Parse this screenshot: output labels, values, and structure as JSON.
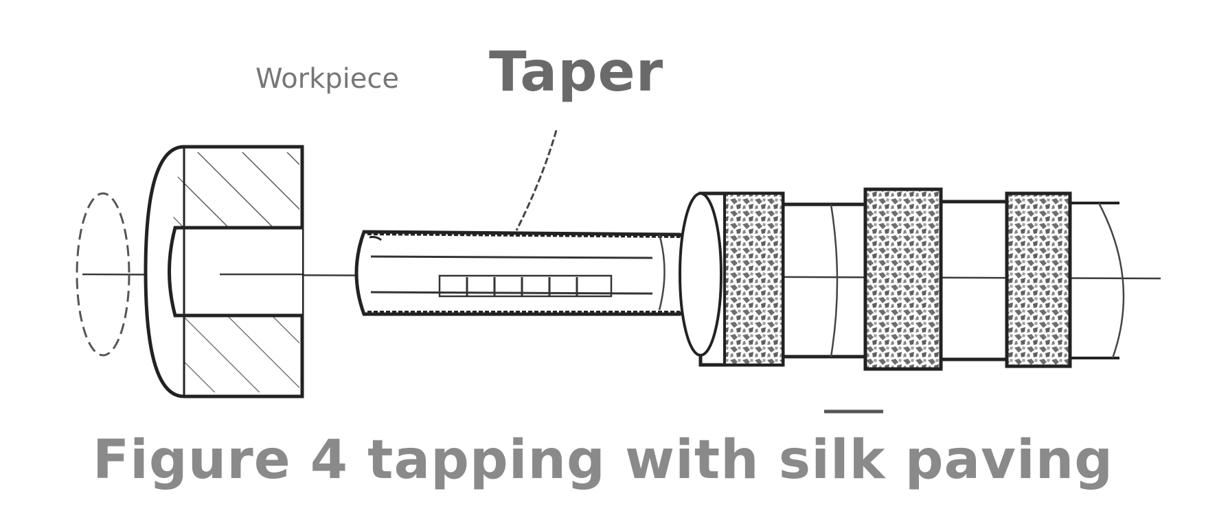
{
  "labels": {
    "workpiece": "Workpiece",
    "taper": "Taper",
    "caption": "Figure 4 tapping with silk paving"
  },
  "colors": {
    "line": "#2b2b2b",
    "hatch": "#444444",
    "knurl": "#7a7a7a",
    "text": "#6f6f6f",
    "caption": "#8a8a8a"
  }
}
